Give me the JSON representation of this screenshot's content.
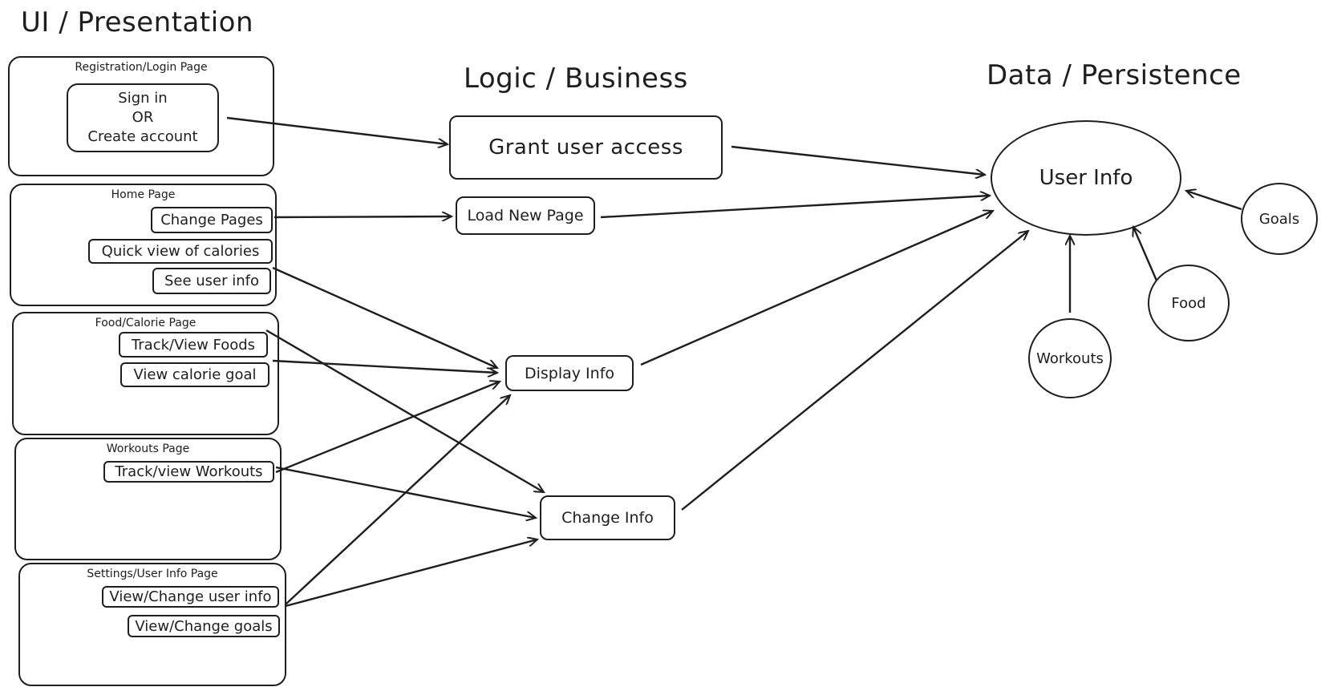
{
  "headings": {
    "ui": "UI / Presentation",
    "logic": "Logic / Business",
    "data": "Data / Persistence"
  },
  "pages": {
    "registration": {
      "title": "Registration/Login Page",
      "button": "Sign in\nOR\nCreate account"
    },
    "home": {
      "title": "Home Page",
      "buttons": [
        "Change Pages",
        "Quick view of calories",
        "See user info"
      ]
    },
    "food": {
      "title": "Food/Calorie Page",
      "buttons": [
        "Track/View Foods",
        "View calorie goal"
      ]
    },
    "workouts": {
      "title": "Workouts Page",
      "buttons": [
        "Track/view Workouts"
      ]
    },
    "settings": {
      "title": "Settings/User Info Page",
      "buttons": [
        "View/Change user info",
        "View/Change goals"
      ]
    }
  },
  "logic": {
    "grant": "Grant user access",
    "load": "Load New Page",
    "display": "Display Info",
    "change": "Change Info"
  },
  "data": {
    "user_info": "User Info",
    "goals": "Goals",
    "food": "Food",
    "workouts": "Workouts"
  }
}
